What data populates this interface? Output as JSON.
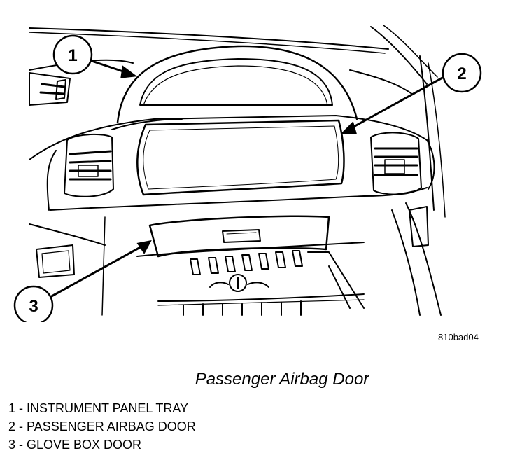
{
  "figure": {
    "reference_code": "810bad04",
    "caption": "Passenger Airbag Door"
  },
  "callouts": [
    {
      "number": "1"
    },
    {
      "number": "2"
    },
    {
      "number": "3"
    }
  ],
  "legend": [
    {
      "text": "1 - INSTRUMENT PANEL TRAY"
    },
    {
      "text": "2 - PASSENGER AIRBAG DOOR"
    },
    {
      "text": "3 - GLOVE BOX DOOR"
    }
  ],
  "colors": {
    "line": "#000000",
    "background": "#ffffff"
  }
}
